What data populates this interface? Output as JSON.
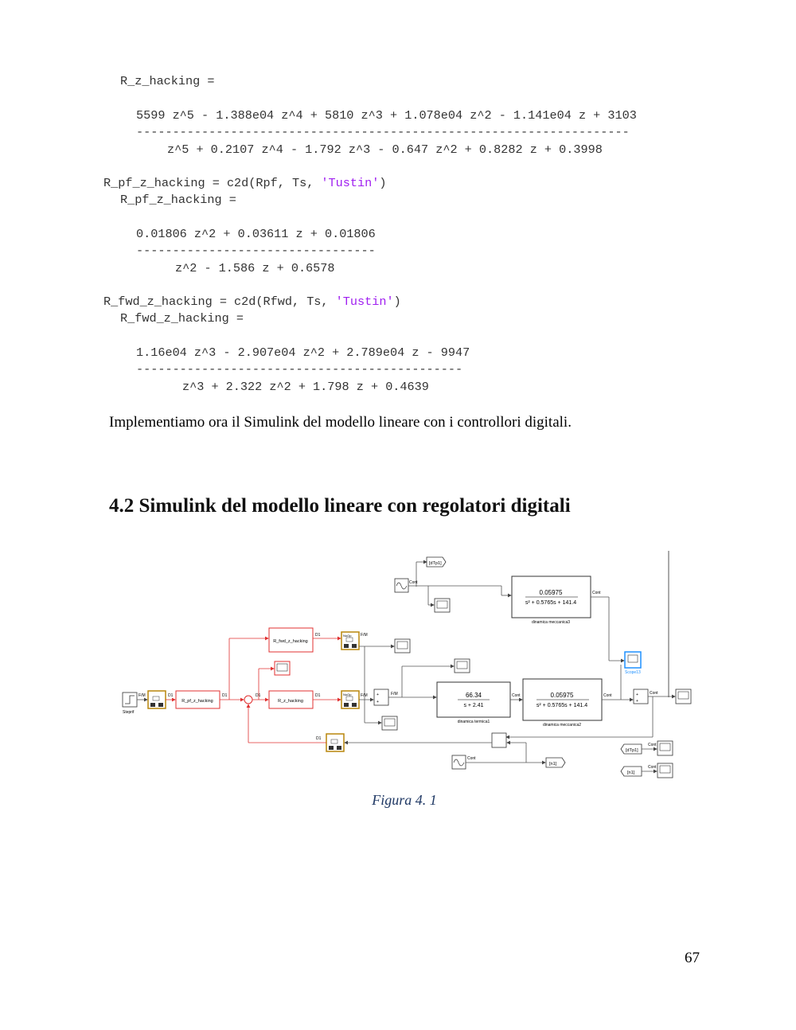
{
  "code": {
    "b1_name": "R_z_hacking =",
    "b1_num": "5599 z^5 - 1.388e04 z^4 + 5810 z^3 + 1.078e04 z^2 - 1.141e04 z + 3103",
    "b1_bar": "--------------------------------------------------------------------",
    "b1_den": "z^5 + 0.2107 z^4 - 1.792 z^3 - 0.647 z^2 + 0.8282 z + 0.3998",
    "b2_cmd": "R_pf_z_hacking = c2d(Rpf, Ts, ",
    "b2_str": "'Tustin'",
    "b2_close": ")",
    "b2_name": "R_pf_z_hacking =",
    "b2_num": "0.01806 z^2 + 0.03611 z + 0.01806",
    "b2_bar": "---------------------------------",
    "b2_den": "z^2 - 1.586 z + 0.6578",
    "b3_cmd": "R_fwd_z_hacking = c2d(Rfwd, Ts, ",
    "b3_str": "'Tustin'",
    "b3_close": ")",
    "b3_name": "R_fwd_z_hacking =",
    "b3_num": "1.16e04 z^3 - 2.907e04 z^2 + 2.789e04 z - 9947",
    "b3_bar": "---------------------------------------------",
    "b3_den": "z^3 + 2.322 z^2 + 1.798 z + 0.4639"
  },
  "paragraph": "Implementiamo ora il Simulink del modello lineare con i controllori digitali.",
  "heading": "4.2 Simulink del modello lineare con regolatori digitali",
  "diagram": {
    "goto_dtp1": "[dTp1]",
    "cont": "Cont",
    "tf3_num": "0.05975",
    "tf3_den": "s² + 0.5765s + 141.4",
    "tf3_label": "dinamica meccanica3",
    "r_fwd": "R_fwd_z_hacking",
    "d1": "D1",
    "fm": "F/M",
    "nofm": "NoOp",
    "scope13": "Scope13",
    "tf1_num": "66.34",
    "tf1_den": "s + 2.41",
    "tf1_label": "dinamica termica1",
    "tf2_num": "0.05975",
    "tf2_den": "s² + 0.5765s + 141.4",
    "tf2_label": "dinamica meccanica2",
    "steprif": "Steprif",
    "r_pf": "R_pf_z_hacking",
    "r_z": "R_z_hacking",
    "goto_n1": "[n1]",
    "from_dtp1": "[dTp1]",
    "from_n1": "[n1]"
  },
  "caption": "Figura 4. 1",
  "page_number": "67"
}
